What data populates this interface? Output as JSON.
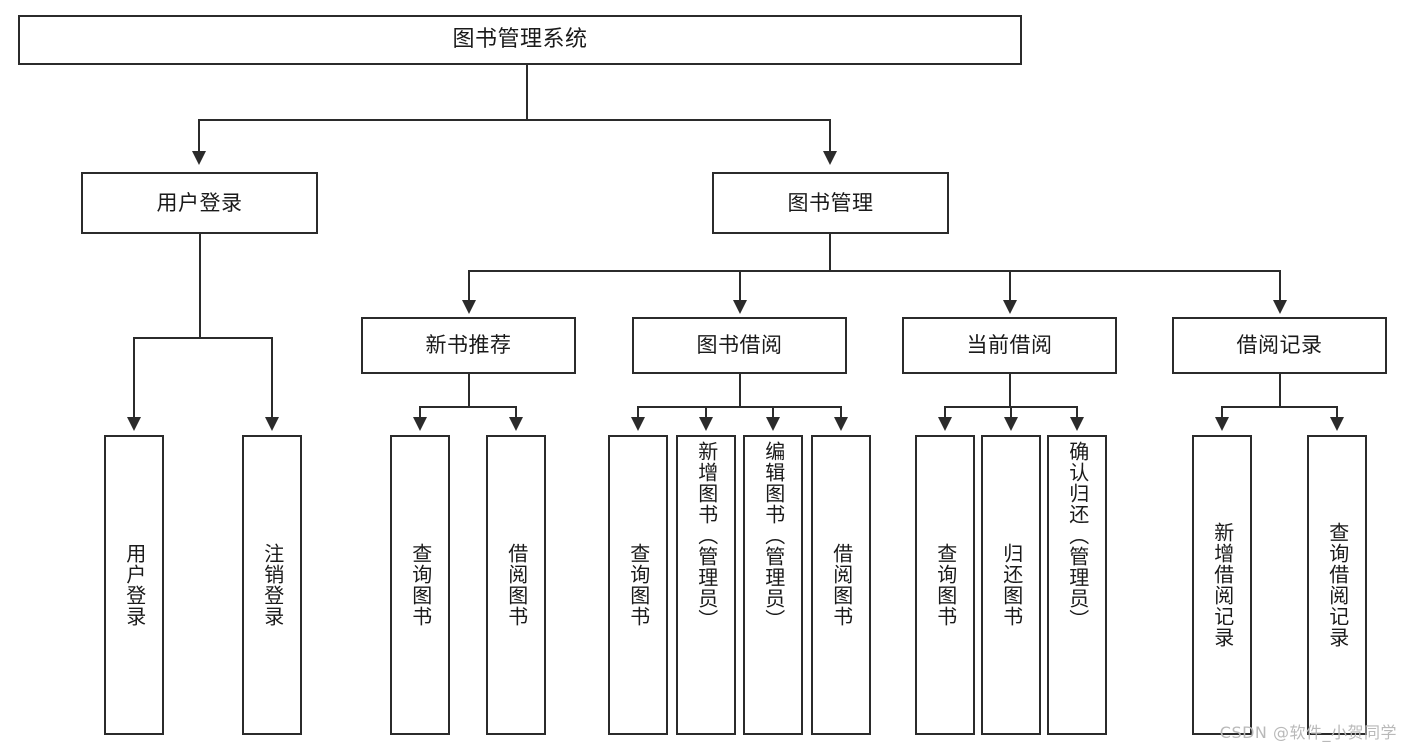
{
  "diagram": {
    "title": "图书管理系统",
    "root": {
      "label": "图书管理系统"
    },
    "level2": [
      {
        "label": "用户登录"
      },
      {
        "label": "图书管理"
      }
    ],
    "level3": [
      {
        "label": "新书推荐"
      },
      {
        "label": "图书借阅"
      },
      {
        "label": "当前借阅"
      },
      {
        "label": "借阅记录"
      }
    ],
    "leaves": {
      "user_login": [
        {
          "label": "用户登录"
        },
        {
          "label": "注销登录"
        }
      ],
      "new_book_recommend": [
        {
          "label": "查询图书"
        },
        {
          "label": "借阅图书"
        }
      ],
      "book_borrow": [
        {
          "label": "查询图书"
        },
        {
          "label": "新增图书（管理员）"
        },
        {
          "label": "编辑图书（管理员）"
        },
        {
          "label": "借阅图书"
        }
      ],
      "current_borrow": [
        {
          "label": "查询图书"
        },
        {
          "label": "归还图书"
        },
        {
          "label": "确认归还（管理员）"
        }
      ],
      "borrow_record": [
        {
          "label": "新增借阅记录"
        },
        {
          "label": "查询借阅记录"
        }
      ]
    }
  },
  "watermark": {
    "text": "CSDN @软件_小贺同学"
  },
  "colors": {
    "stroke": "#2b2b2b",
    "background": "#ffffff",
    "text": "#1a1a1a",
    "watermark": "#b9b9b9"
  }
}
